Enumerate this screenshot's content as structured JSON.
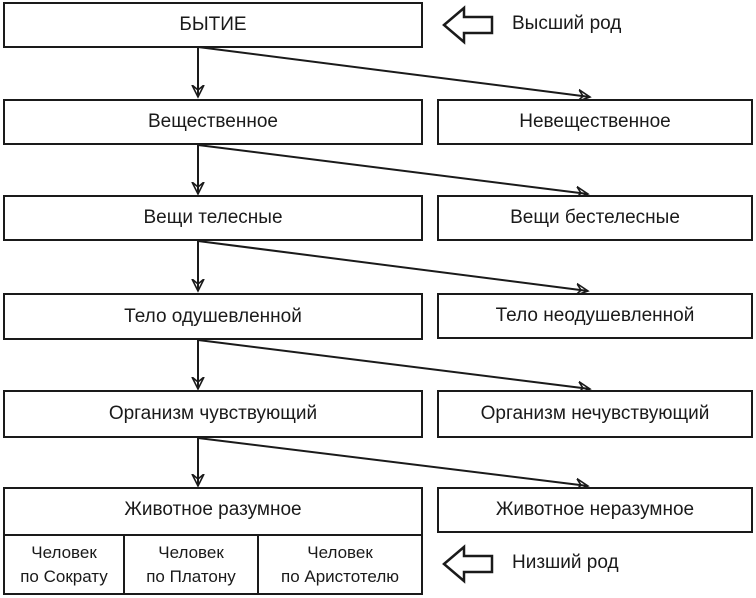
{
  "diagram": {
    "top": {
      "label": "БЫТИЕ",
      "note": "Высший род"
    },
    "levels": [
      {
        "left": "Вещественное",
        "right": "Невещественное"
      },
      {
        "left": "Вещи телесные",
        "right": "Вещи бестелесные"
      },
      {
        "left": "Тело одушевленной",
        "right": "Тело неодушевленной"
      },
      {
        "left": "Организм чувствующий",
        "right": "Организм нечувствующий"
      },
      {
        "left": "Животное разумное",
        "right": "Животное неразумное"
      }
    ],
    "individuals": [
      {
        "line1": "Человек",
        "line2": "по Сократу"
      },
      {
        "line1": "Человек",
        "line2": "по Платону"
      },
      {
        "line1": "Человек",
        "line2": "по Аристотелю"
      }
    ],
    "bottom_note": "Низший род"
  }
}
